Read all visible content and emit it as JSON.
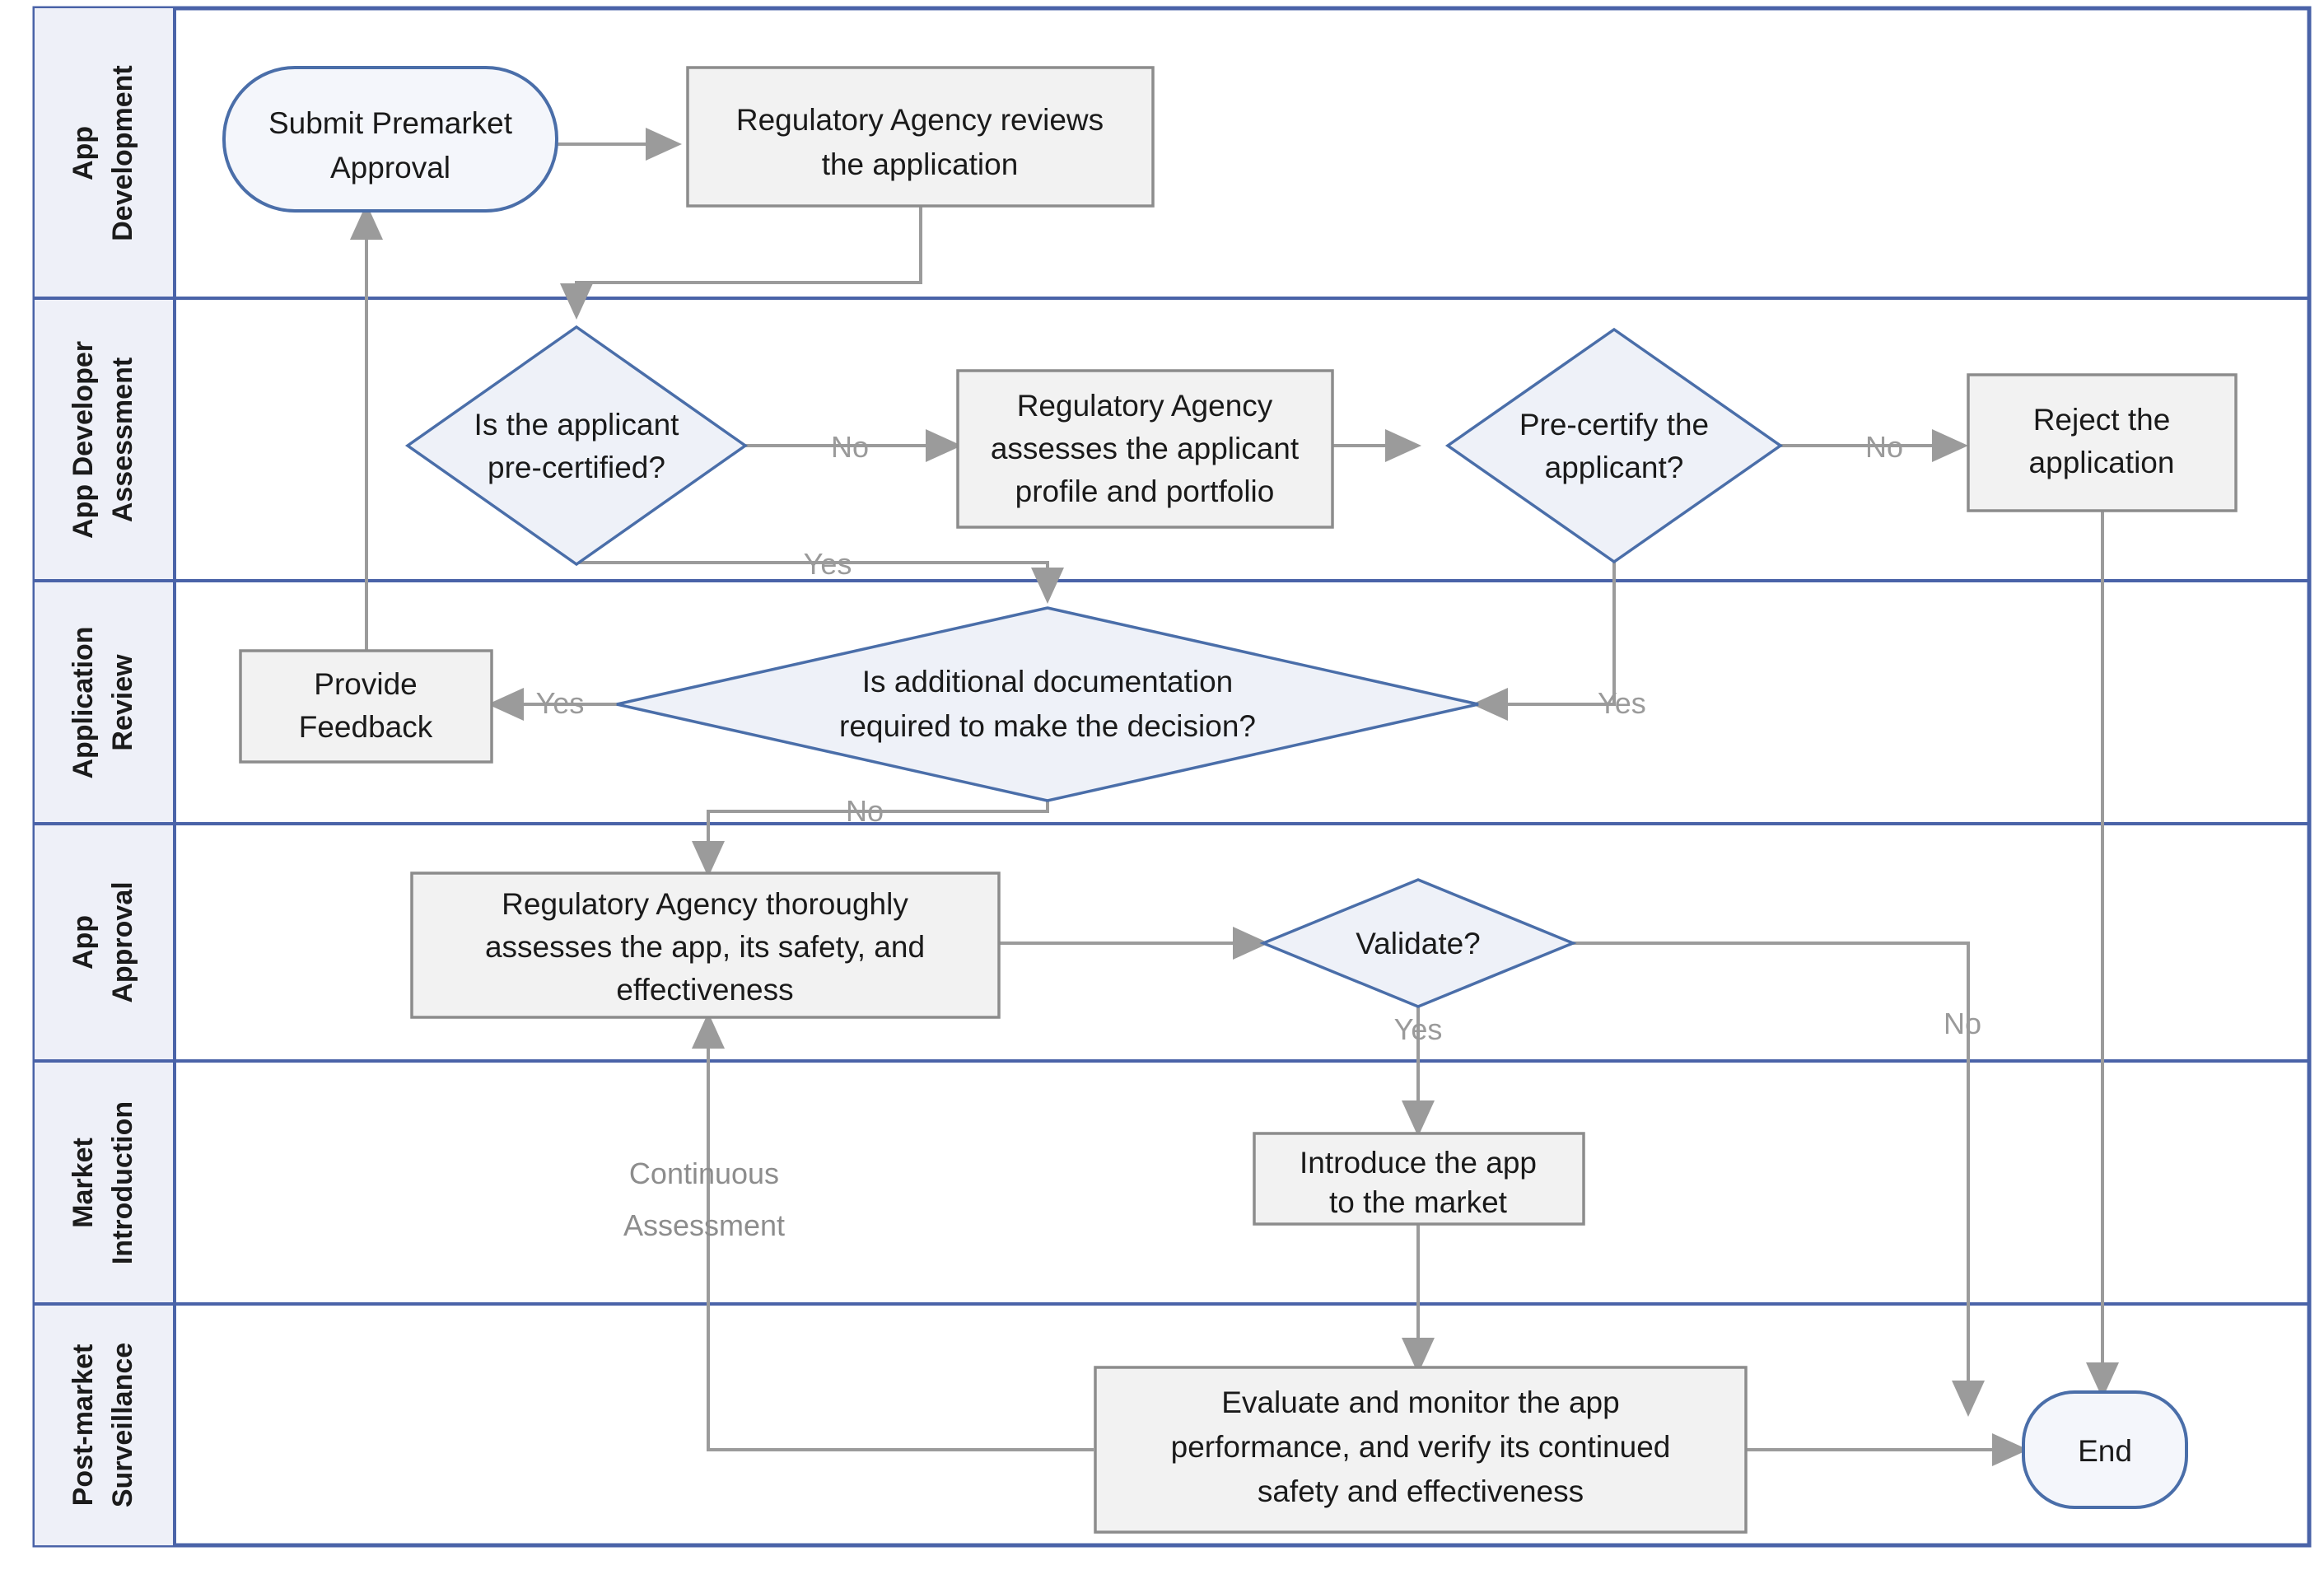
{
  "diagram": {
    "title": "Regulatory approval process swimlane flowchart",
    "colors": {
      "lane_border": "#4a63a8",
      "lane_band": "#eef0f8",
      "process_fill": "#f2f2f2",
      "process_stroke": "#8c8c8c",
      "decision_fill": "#eef1f8",
      "decision_stroke": "#4a6ea9",
      "terminator_stroke": "#4a6ea9",
      "connector": "#9b9b9b",
      "label_text": "#9a9a9a",
      "node_text": "#1a1a1a"
    },
    "lanes": [
      {
        "id": "lane-app-development",
        "line1": "App",
        "line2": "Development"
      },
      {
        "id": "lane-app-developer-assessment",
        "line1": "App Developer",
        "line2": "Assessment"
      },
      {
        "id": "lane-application-review",
        "line1": "Application",
        "line2": "Review"
      },
      {
        "id": "lane-app-approval",
        "line1": "App",
        "line2": "Approval"
      },
      {
        "id": "lane-market-introduction",
        "line1": "Market",
        "line2": "Introduction"
      },
      {
        "id": "lane-post-market-surveillance",
        "line1": "Post-market",
        "line2": "Surveillance"
      }
    ],
    "nodes": {
      "submit_premarket_approval": {
        "type": "terminator",
        "lines": [
          "Submit Premarket",
          "Approval"
        ]
      },
      "agency_reviews_application": {
        "type": "process",
        "lines": [
          "Regulatory Agency reviews",
          "the application"
        ]
      },
      "is_applicant_precertified": {
        "type": "decision",
        "lines": [
          "Is the applicant",
          "pre-certified?"
        ]
      },
      "agency_assesses_profile": {
        "type": "process",
        "lines": [
          "Regulatory Agency",
          "assesses the applicant",
          "profile and portfolio"
        ]
      },
      "precertify_the_applicant": {
        "type": "decision",
        "lines": [
          "Pre-certify the",
          "applicant?"
        ]
      },
      "reject_the_application": {
        "type": "process",
        "lines": [
          "Reject the",
          "application"
        ]
      },
      "provide_feedback": {
        "type": "process",
        "lines": [
          "Provide",
          "Feedback"
        ]
      },
      "is_additional_documentation": {
        "type": "decision",
        "lines": [
          "Is additional documentation",
          "required to make the decision?"
        ]
      },
      "agency_thoroughly_assesses": {
        "type": "process",
        "lines": [
          "Regulatory Agency thoroughly",
          "assesses the app, its safety, and",
          "effectiveness"
        ]
      },
      "validate": {
        "type": "decision",
        "lines": [
          "Validate?"
        ]
      },
      "introduce_app_to_market": {
        "type": "process",
        "lines": [
          "Introduce the app",
          "to the market"
        ]
      },
      "evaluate_and_monitor": {
        "type": "process",
        "lines": [
          "Evaluate and monitor the app",
          "performance, and verify its continued",
          "safety and effectiveness"
        ]
      },
      "end": {
        "type": "terminator",
        "lines": [
          "End"
        ]
      }
    },
    "edge_labels": {
      "precert_no": "No",
      "precert_yes": "Yes",
      "precertify_no": "No",
      "precertify_yes": "Yes",
      "docs_yes": "Yes",
      "docs_no": "No",
      "validate_yes": "Yes",
      "validate_no": "No"
    },
    "annotations": {
      "continuous_assessment_line1": "Continuous",
      "continuous_assessment_line2": "Assessment"
    }
  }
}
